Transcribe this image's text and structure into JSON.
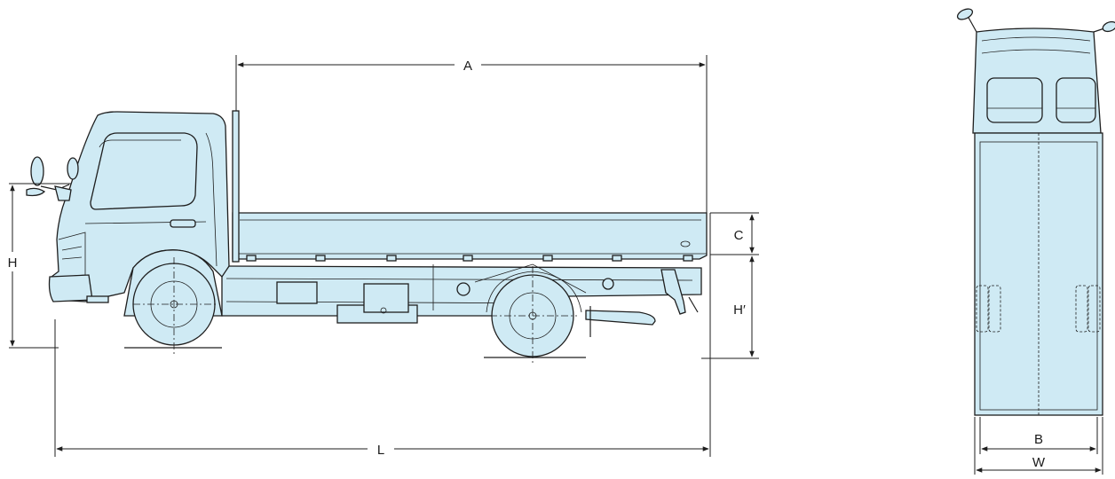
{
  "colors": {
    "body_fill": "#cfeaf4",
    "line": "#1e1e1e"
  },
  "labels": {
    "A": "A",
    "C": "C",
    "H": "H",
    "H_prime": "H′",
    "L": "L",
    "B": "B",
    "W": "W"
  }
}
